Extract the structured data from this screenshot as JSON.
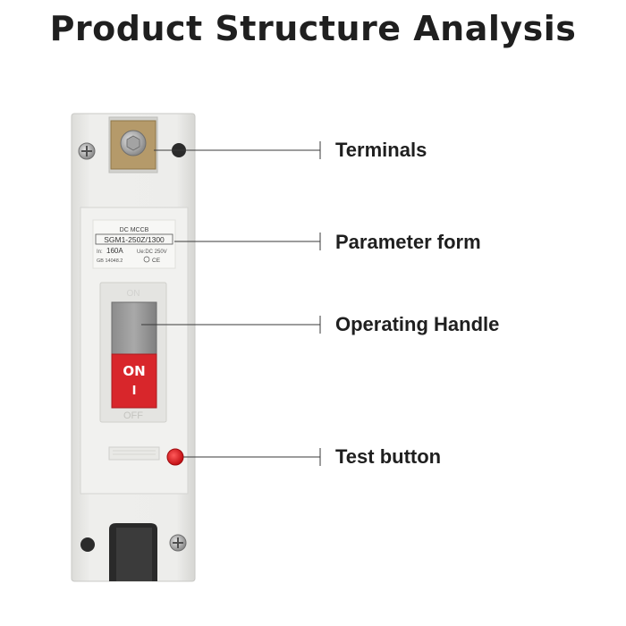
{
  "title": "Product Structure Analysis",
  "device": {
    "nameplate": {
      "type": "DC MCCB",
      "model": "SGM1-250Z/1300",
      "current_label": "In:",
      "current": "160A",
      "voltage": "Ue:DC 250V",
      "standard": "GB 14048.2",
      "marks": "CE"
    },
    "handle_on": "ON",
    "handle_on_symbol": "I",
    "handle_off": "OFF",
    "handle_top": "ON"
  },
  "callouts": [
    {
      "label": "Terminals"
    },
    {
      "label": "Parameter form"
    },
    {
      "label": "Operating Handle"
    },
    {
      "label": "Test button"
    }
  ],
  "colors": {
    "body": "#ebebe9",
    "handle_red": "#d8262b",
    "test_button": "#e0161c",
    "terminal_copper": "#b59a6a",
    "leader_line": "#3a3a3a"
  }
}
